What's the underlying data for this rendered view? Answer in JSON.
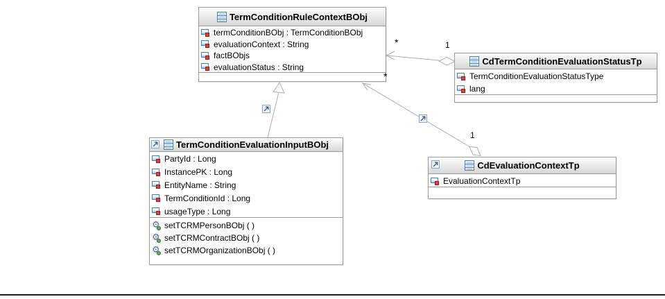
{
  "diagram": {
    "classes": [
      {
        "title": "TermConditionRuleContextBObj",
        "attributes": [
          "termConditionBObj : TermConditionBObj",
          "evaluationContext : String",
          "factBObjs",
          "evaluationStatus : String"
        ],
        "methods": []
      },
      {
        "title": "CdTermConditionEvaluationStatusTp",
        "attributes": [
          "TermConditionEvaluationStatusType",
          "lang"
        ],
        "methods": []
      },
      {
        "title": "TermConditionEvaluationInputBObj",
        "attributes": [
          "PartyId : Long",
          "InstancePK : Long",
          "EntityName : String",
          "TermConditionId : Long",
          "usageType : Long"
        ],
        "methods": [
          "setTCRMPersonBObj ( )",
          "setTCRMContractBObj ( )",
          "setTCRMOrganizationBObj ( )"
        ]
      },
      {
        "title": "CdEvaluationContextTp",
        "attributes": [
          "EvaluationContextTp"
        ],
        "methods": []
      }
    ],
    "relationships": [
      {
        "type": "aggregation",
        "from": "CdTermConditionEvaluationStatusTp",
        "to": "TermConditionRuleContextBObj",
        "from_multiplicity": "1",
        "to_multiplicity": "*"
      },
      {
        "type": "aggregation",
        "from": "CdEvaluationContextTp",
        "to": "TermConditionRuleContextBObj",
        "from_multiplicity": "1",
        "to_multiplicity": "*"
      },
      {
        "type": "generalization",
        "from": "TermConditionEvaluationInputBObj",
        "to": "TermConditionRuleContextBObj"
      }
    ],
    "icons": {
      "class_icon": "uml-class-symbol",
      "private_attribute_icon": "attribute-panel-with-red-square",
      "public_method_icon": "gear-with-green-dot",
      "corner_decoration_icon": "expand-arrow-square",
      "connector_decoration_icon": "link-arrow-square"
    },
    "colors": {
      "class_border": "#9b9b9b",
      "header_gradient_top": "#fefefe",
      "header_gradient_bottom": "#d7d7d7",
      "connector": "#adadad",
      "icon_blue": "#4a7ebb",
      "icon_red": "#dd3f3b",
      "icon_green": "#5fae5f",
      "page_rule": "#1c1c1c"
    }
  }
}
